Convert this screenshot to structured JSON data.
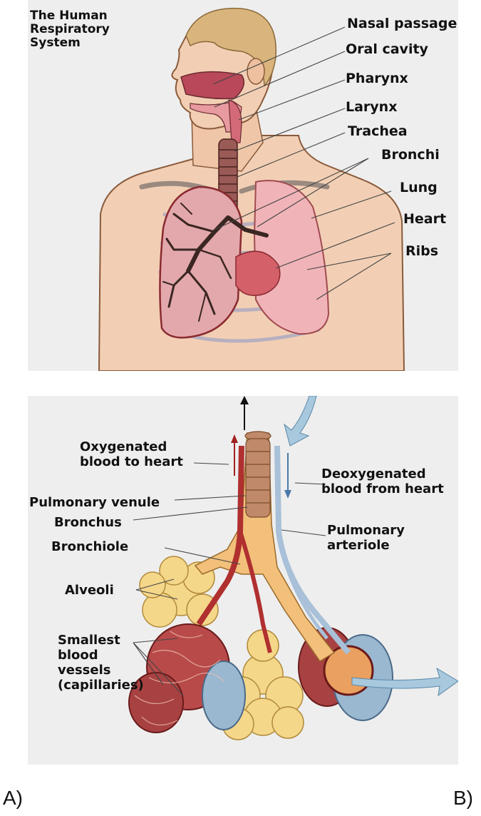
{
  "panel_a": {
    "title_lines": [
      "The Human",
      "Respiratory",
      "System"
    ],
    "labels": {
      "nasal_passage": "Nasal passage",
      "oral_cavity": "Oral cavity",
      "pharynx": "Pharynx",
      "larynx": "Larynx",
      "trachea": "Trachea",
      "bronchi": "Bronchi",
      "lung": "Lung",
      "heart": "Heart",
      "ribs": "Ribs"
    }
  },
  "panel_b": {
    "labels": {
      "oxygenated_1": "Oxygenated",
      "oxygenated_2": "blood to heart",
      "deoxygenated_1": "Deoxygenated",
      "deoxygenated_2": "blood from heart",
      "pulmonary_venule": "Pulmonary venule",
      "bronchus": "Bronchus",
      "pulmonary_arteriole_1": "Pulmonary",
      "pulmonary_arteriole_2": "arteriole",
      "bronchiole": "Bronchiole",
      "alveoli": "Alveoli",
      "capillaries_1": "Smallest",
      "capillaries_2": "blood",
      "capillaries_3": "vessels",
      "capillaries_4": "(capillaries)"
    }
  },
  "captions": {
    "a": "A)",
    "b": "B)"
  }
}
